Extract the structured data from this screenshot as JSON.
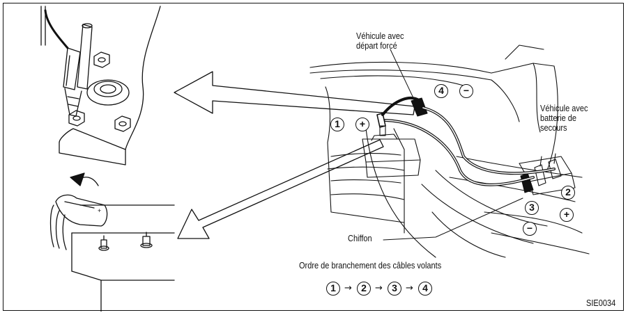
{
  "labels": {
    "forced_vehicle": "Véhicule avec\ndépart forcé",
    "backup_vehicle": "Véhicule avec\nbatterie de\nsecours",
    "rag": "Chiffon",
    "order_title": "Ordre de branchement des câbles volants",
    "figure_code": "SIE0034"
  },
  "markers": {
    "m1": "1",
    "plus1": "+",
    "m4": "4",
    "minus4": "−",
    "m2": "2",
    "plus2": "+",
    "m3": "3",
    "minus3": "−"
  },
  "sequence": {
    "s1": "1",
    "s2": "2",
    "s3": "3",
    "s4": "4",
    "arrow": "→"
  },
  "colors": {
    "ink": "#111111",
    "background": "#ffffff"
  }
}
